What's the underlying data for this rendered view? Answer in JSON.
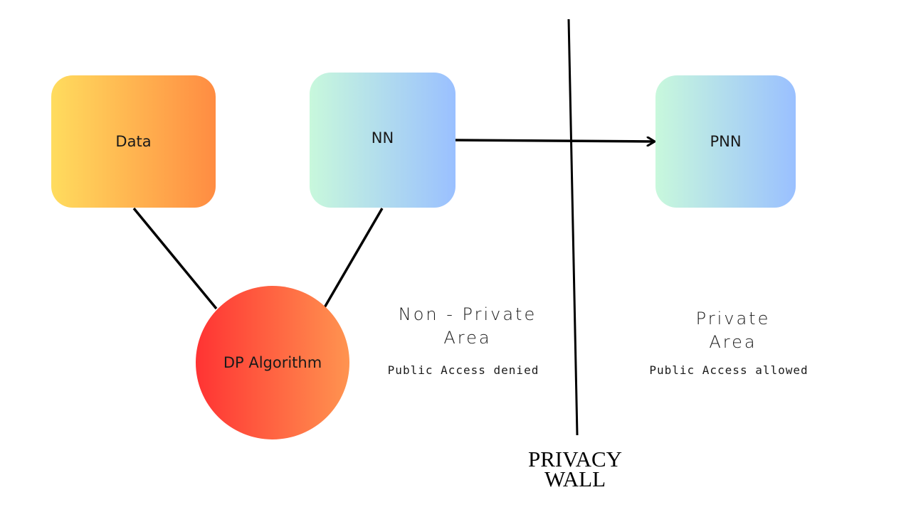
{
  "nodes": {
    "data": "Data",
    "nn": "NN",
    "pnn": "PNN",
    "dp_algorithm": "DP Algorithm"
  },
  "areas": {
    "non_private": {
      "title_line1": "Non - Private",
      "title_line2": "Area",
      "subtitle": "Public Access denied"
    },
    "private": {
      "title_line1": "Private",
      "title_line2": "Area",
      "subtitle": "Public Access allowed"
    }
  },
  "wall": {
    "line1": "PRIVACY",
    "line2": "WALL"
  },
  "colors": {
    "data_gradient": [
      "#ffdc5e",
      "#ff8c42"
    ],
    "nn_gradient": [
      "#c8f8dc",
      "#9ac0ff"
    ],
    "dp_gradient": [
      "#ff3333",
      "#ff9450"
    ],
    "line": "#000000"
  }
}
